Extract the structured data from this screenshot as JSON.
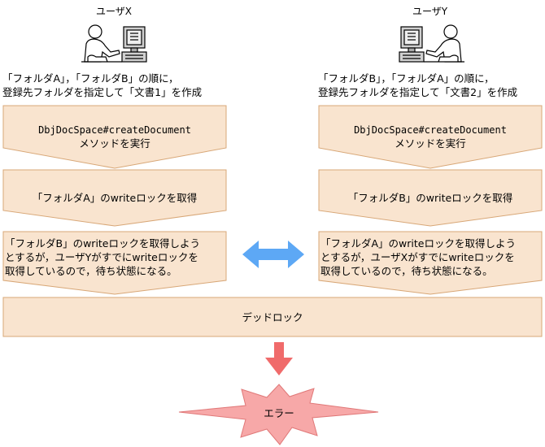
{
  "colors": {
    "step_fill": "#f9e4cf",
    "step_stroke": "#d8a777",
    "arrow": "#5da8f5",
    "down_arrow": "#f06b6b",
    "burst_fill": "#f7a8a8",
    "burst_stroke": "#e07878"
  },
  "icons": [
    "user-at-computer-icon",
    "double-headed-arrow-icon",
    "down-arrow-icon",
    "error-burst-icon"
  ],
  "left": {
    "user": "ユーザX",
    "desc_line1": "「フォルダA」，「フォルダB」の順に，",
    "desc_line2": "登録先フォルダを指定して「文書1」を作成",
    "step1_line1": "DbjDocSpace#createDocument",
    "step1_line2": "メソッドを実行",
    "step2": "「フォルダA」のwriteロックを取得",
    "step3_line1": "「フォルダB」のwriteロックを取得しよう",
    "step3_line2": "とするが，ユーザYがすでにwriteロックを",
    "step3_line3": "取得しているので，待ち状態になる。"
  },
  "right": {
    "user": "ユーザY",
    "desc_line1": "「フォルダB」，「フォルダA」の順に，",
    "desc_line2": "登録先フォルダを指定して「文書2」を作成",
    "step1_line1": "DbjDocSpace#createDocument",
    "step1_line2": "メソッドを実行",
    "step2": "「フォルダB」のwriteロックを取得",
    "step3_line1": "「フォルダA」のwriteロックを取得しよう",
    "step3_line2": "とするが，ユーザXがすでにwriteロックを",
    "step3_line3": "取得しているので，待ち状態になる。"
  },
  "deadlock": "デッドロック",
  "error": "エラー"
}
